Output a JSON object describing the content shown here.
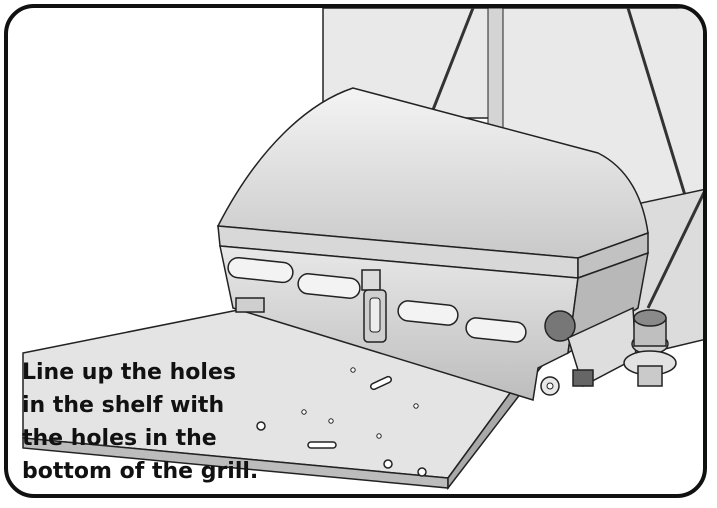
{
  "instruction": {
    "lines": [
      "Line up the holes",
      "in the shelf with",
      "the holes in the",
      "bottom of the grill."
    ]
  },
  "colors": {
    "frame": "#111111",
    "metal_light": "#e6e6e6",
    "metal_mid": "#cfcfcf",
    "metal_dark": "#9a9a9a",
    "outline": "#222222"
  }
}
